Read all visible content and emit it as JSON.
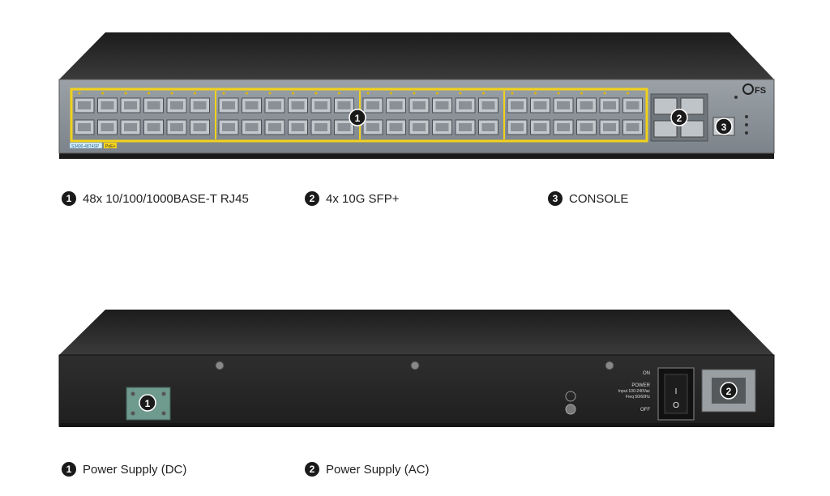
{
  "front": {
    "callouts": [
      {
        "num": "1",
        "label": "48x 10/100/1000BASE-T RJ45"
      },
      {
        "num": "2",
        "label": "4x 10G SFP+"
      },
      {
        "num": "3",
        "label": "CONSOLE"
      }
    ],
    "brand_logo": "FS",
    "model_label": "S3400-48T4SP",
    "poe_label": "PoE+"
  },
  "back": {
    "callouts": [
      {
        "num": "1",
        "label": "Power Supply (DC)"
      },
      {
        "num": "2",
        "label": "Power Supply (AC)"
      }
    ],
    "switch_on_label": "ON",
    "switch_off_label": "OFF",
    "power_label": "POWER",
    "power_input": "Input 100-240Vac",
    "power_freq": "Freq 50/60Hz",
    "rocker_on_symbol": "I",
    "rocker_off_symbol": "O"
  },
  "colors": {
    "chassis": "#2b2b2b",
    "chassis_top": "#3a3a3a",
    "front_panel": "#8e959c",
    "port_highlight": "#f2d21b",
    "badge": "#1a1a1a"
  }
}
